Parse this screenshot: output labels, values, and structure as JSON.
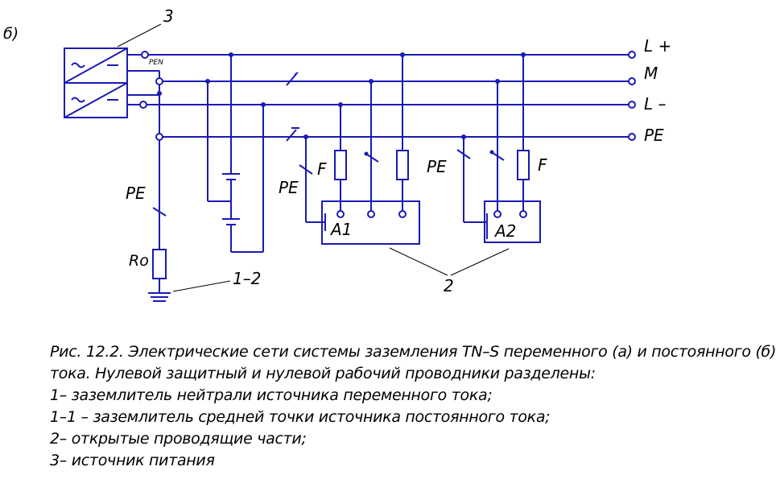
{
  "panel_label": "б)",
  "labels": {
    "source_no": "3",
    "pen": "PEN",
    "bus_lplus": "L +",
    "bus_m": "M",
    "bus_lminus": "L –",
    "bus_pe": "PE",
    "pe_left": "PE",
    "pe_a1": "PE",
    "pe_a2": "PE",
    "fuse_a1": "F",
    "fuse_a2": "F",
    "ro": "Ro",
    "ground_no": "1–2",
    "parts_no": "2",
    "a1": "A1",
    "a2": "A2"
  },
  "caption": [
    "Рис. 12.2. Электрические сети системы заземления TN–S переменного (а) и постоянного (б)",
    "тока. Нулевой защитный и нулевой рабочий проводники разделены:",
    "1– заземлитель нейтрали источника переменного тока;",
    "1–1 – заземлитель средней точки источника постоянного тока;",
    "2– открытые проводящие части;",
    "3– источник питания"
  ]
}
